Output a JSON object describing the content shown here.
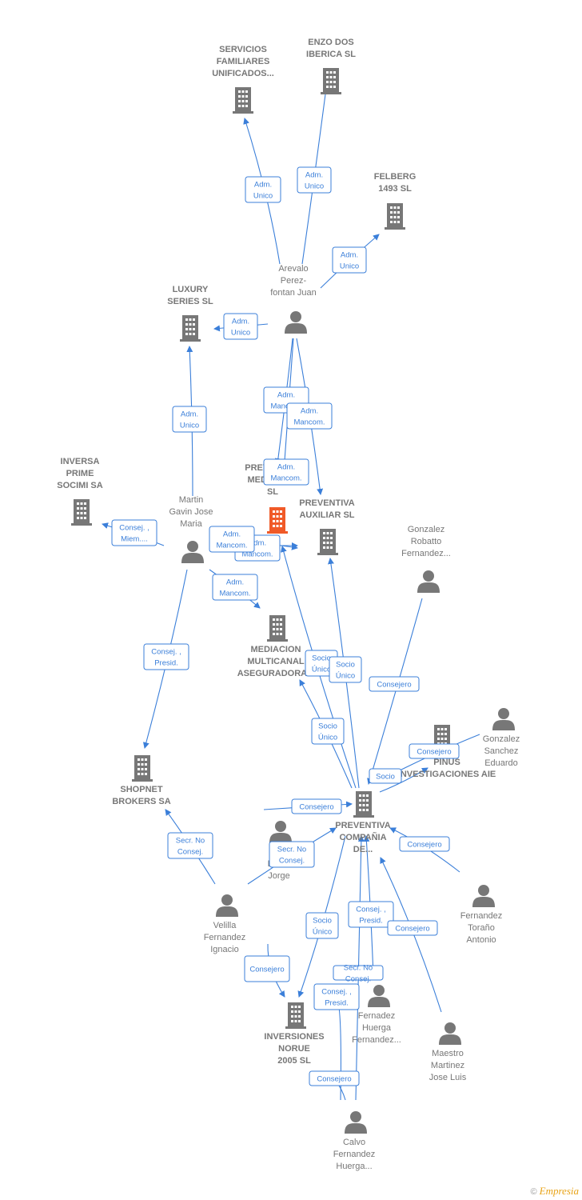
{
  "colors": {
    "edge": "#3b7fd9",
    "node": "#777777",
    "focus": "#f05a28",
    "label": "#777777"
  },
  "nodes": [
    {
      "id": "servicios",
      "type": "company",
      "label": [
        "SERVICIOS",
        "FAMILIARES",
        "UNIFICADOS..."
      ],
      "icon": "building-icon"
    },
    {
      "id": "enzo",
      "type": "company",
      "label": [
        "ENZO DOS",
        "IBERICA  SL"
      ],
      "icon": "building-icon"
    },
    {
      "id": "felberg",
      "type": "company",
      "label": [
        "FELBERG",
        "1493  SL"
      ],
      "icon": "building-icon"
    },
    {
      "id": "arevalo",
      "type": "person",
      "label": [
        "Arevalo",
        "Perez-",
        "fontan Juan"
      ],
      "icon": "person-icon"
    },
    {
      "id": "luxury",
      "type": "company",
      "label": [
        "LUXURY",
        "SERIES  SL"
      ],
      "icon": "building-icon"
    },
    {
      "id": "inversa",
      "type": "company",
      "label": [
        "INVERSA",
        "PRIME",
        "SOCIMI SA"
      ],
      "icon": "building-icon"
    },
    {
      "id": "martin",
      "type": "person",
      "label": [
        "Martin",
        "Gavin Jose",
        "Maria"
      ],
      "icon": "person-icon"
    },
    {
      "id": "focus",
      "type": "focus",
      "label": [
        "PREVENTIVA",
        "MEDIACION",
        "SL"
      ],
      "icon": "building-icon"
    },
    {
      "id": "auxiliar",
      "type": "company",
      "label": [
        "PREVENTIVA",
        "AUXILIAR  SL"
      ],
      "icon": "building-icon"
    },
    {
      "id": "gonzalezR",
      "type": "person",
      "label": [
        "Gonzalez",
        "Robatto",
        "Fernandez..."
      ],
      "icon": "person-icon"
    },
    {
      "id": "multicanal",
      "type": "company",
      "label": [
        "MEDIACION",
        "MULTICANAL",
        "ASEGURADORA..."
      ],
      "icon": "building-icon"
    },
    {
      "id": "gonzalezS",
      "type": "person",
      "label": [
        "Gonzalez",
        "Sanchez",
        "Eduardo"
      ],
      "icon": "person-icon"
    },
    {
      "id": "pinus",
      "type": "company",
      "label": [
        "PINUS",
        "INVESTIGACIONES AIE"
      ],
      "icon": "building-icon"
    },
    {
      "id": "shopnet",
      "type": "company",
      "label": [
        "SHOPNET",
        "BROKERS SA"
      ],
      "icon": "building-icon"
    },
    {
      "id": "compania",
      "type": "company",
      "label": [
        "PREVENTIVA",
        "COMPAÑIA",
        "DE..."
      ],
      "icon": "building-icon"
    },
    {
      "id": "dbravo",
      "type": "person",
      "label": [
        "D...",
        "Bravo",
        "Jorge"
      ],
      "icon": "person-icon"
    },
    {
      "id": "fernandezT",
      "type": "person",
      "label": [
        "Fernandez",
        "Toraño",
        "Antonio"
      ],
      "icon": "person-icon"
    },
    {
      "id": "velilla",
      "type": "person",
      "label": [
        "Velilla",
        "Fernandez",
        "Ignacio"
      ],
      "icon": "person-icon"
    },
    {
      "id": "fernaderH",
      "type": "person",
      "label": [
        "Fernadez",
        "Huerga",
        "Fernandez..."
      ],
      "icon": "person-icon"
    },
    {
      "id": "inversiones",
      "type": "company",
      "label": [
        "INVERSIONES",
        "NORUE",
        "2005 SL"
      ],
      "icon": "building-icon"
    },
    {
      "id": "maestro",
      "type": "person",
      "label": [
        "Maestro",
        "Martinez",
        "Jose Luis"
      ],
      "icon": "person-icon"
    },
    {
      "id": "calvo",
      "type": "person",
      "label": [
        "Calvo",
        "Fernandez",
        "Huerga..."
      ],
      "icon": "person-icon"
    }
  ],
  "edges": [
    {
      "label": [
        "Adm.",
        "Unico"
      ],
      "from": "arevalo",
      "to": "servicios"
    },
    {
      "label": [
        "Adm.",
        "Unico"
      ],
      "from": "arevalo",
      "to": "enzo"
    },
    {
      "label": [
        "Adm.",
        "Unico"
      ],
      "from": "arevalo",
      "to": "felberg"
    },
    {
      "label": [
        "Adm.",
        "Unico"
      ],
      "from": "arevalo",
      "to": "luxury"
    },
    {
      "label": [
        "Adm.",
        "Mancom."
      ],
      "from": "arevalo",
      "to": "multicanal"
    },
    {
      "label": [
        "Adm.",
        "Mancom."
      ],
      "from": "arevalo",
      "to": "auxiliar"
    },
    {
      "label": [
        "Adm.",
        "Mancom."
      ],
      "from": "arevalo",
      "to": "focus"
    },
    {
      "label": [
        "Adm.",
        "Unico"
      ],
      "from": "martin",
      "to": "luxury"
    },
    {
      "label": [
        "Consej. ,",
        "Miem...."
      ],
      "from": "martin",
      "to": "inversa"
    },
    {
      "label": [
        "Adm.",
        "Mancom."
      ],
      "from": "martin",
      "to": "focus"
    },
    {
      "label": [
        "Adm.",
        "Mancom."
      ],
      "from": "martin",
      "to": "auxiliar"
    },
    {
      "label": [
        "Adm.",
        "Mancom."
      ],
      "from": "martin",
      "to": "multicanal"
    },
    {
      "label": [
        "Consej. ,",
        "Presid."
      ],
      "from": "martin",
      "to": "shopnet"
    },
    {
      "label": [
        "Socio",
        "Único"
      ],
      "from": "compania",
      "to": "focus"
    },
    {
      "label": [
        "Socio",
        "Único"
      ],
      "from": "compania",
      "to": "auxiliar"
    },
    {
      "label": [
        "Socio",
        "Único"
      ],
      "from": "compania",
      "to": "multicanal"
    },
    {
      "label": [
        "Consejero"
      ],
      "from": "gonzalezR",
      "to": "compania"
    },
    {
      "label": [
        "Consejero"
      ],
      "from": "gonzalezS",
      "to": "compania"
    },
    {
      "label": [
        "Socio"
      ],
      "from": "compania",
      "to": "pinus"
    },
    {
      "label": [
        "Consejero"
      ],
      "from": "dbravo",
      "to": "compania"
    },
    {
      "label": [
        "Secr.  No",
        "Consej."
      ],
      "from": "dbravo",
      "to": "compania"
    },
    {
      "label": [
        "Secr.  No",
        "Consej."
      ],
      "from": "velilla",
      "to": "shopnet"
    },
    {
      "label": [
        "Consejero"
      ],
      "from": "fernandezT",
      "to": "compania"
    },
    {
      "label": [
        "Socio",
        "Único"
      ],
      "from": "compania",
      "to": "inversiones"
    },
    {
      "label": [
        "Consej. ,",
        "Presid."
      ],
      "from": "fernaderH",
      "to": "compania"
    },
    {
      "label": [
        "Consejero"
      ],
      "from": "maestro",
      "to": "compania"
    },
    {
      "label": [
        "Secr.  No",
        "Consej."
      ],
      "from": "velilla",
      "to": "inversiones"
    },
    {
      "label": [
        "Consejero"
      ],
      "from": "calvo",
      "to": "compania"
    },
    {
      "label": [
        "Consej. ,",
        "Presid."
      ],
      "from": "calvo",
      "to": "inversiones"
    },
    {
      "label": [
        "Consejero"
      ],
      "from": "calvo",
      "to": "inversiones"
    }
  ],
  "footer": {
    "copyright": "©",
    "brand": "Empresia"
  }
}
